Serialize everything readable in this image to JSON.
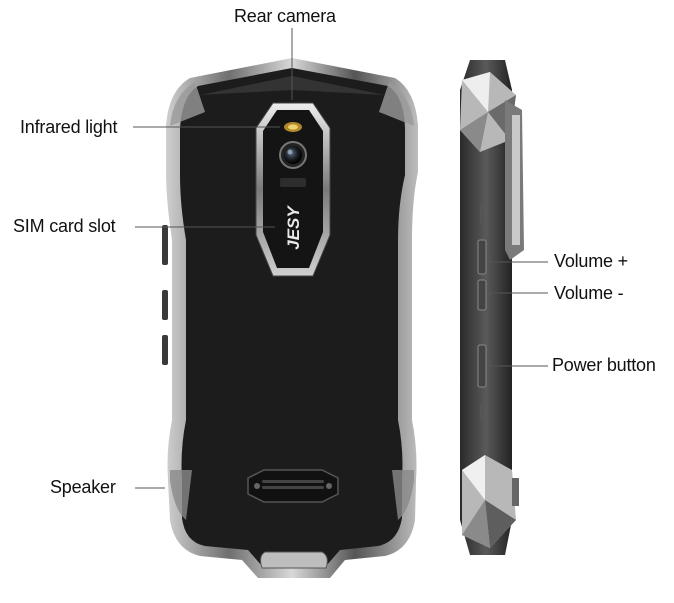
{
  "labels": {
    "rear_camera": "Rear camera",
    "infrared_light": "Infrared light",
    "sim_card_slot": "SIM card slot",
    "speaker": "Speaker",
    "volume_up": "Volume +",
    "volume_down": "Volume -",
    "power_button": "Power button"
  },
  "brand_logo_text": "JESY",
  "colors": {
    "body": "#1b1b1b",
    "frame": "#8c8c8c",
    "label_text": "#111111"
  }
}
